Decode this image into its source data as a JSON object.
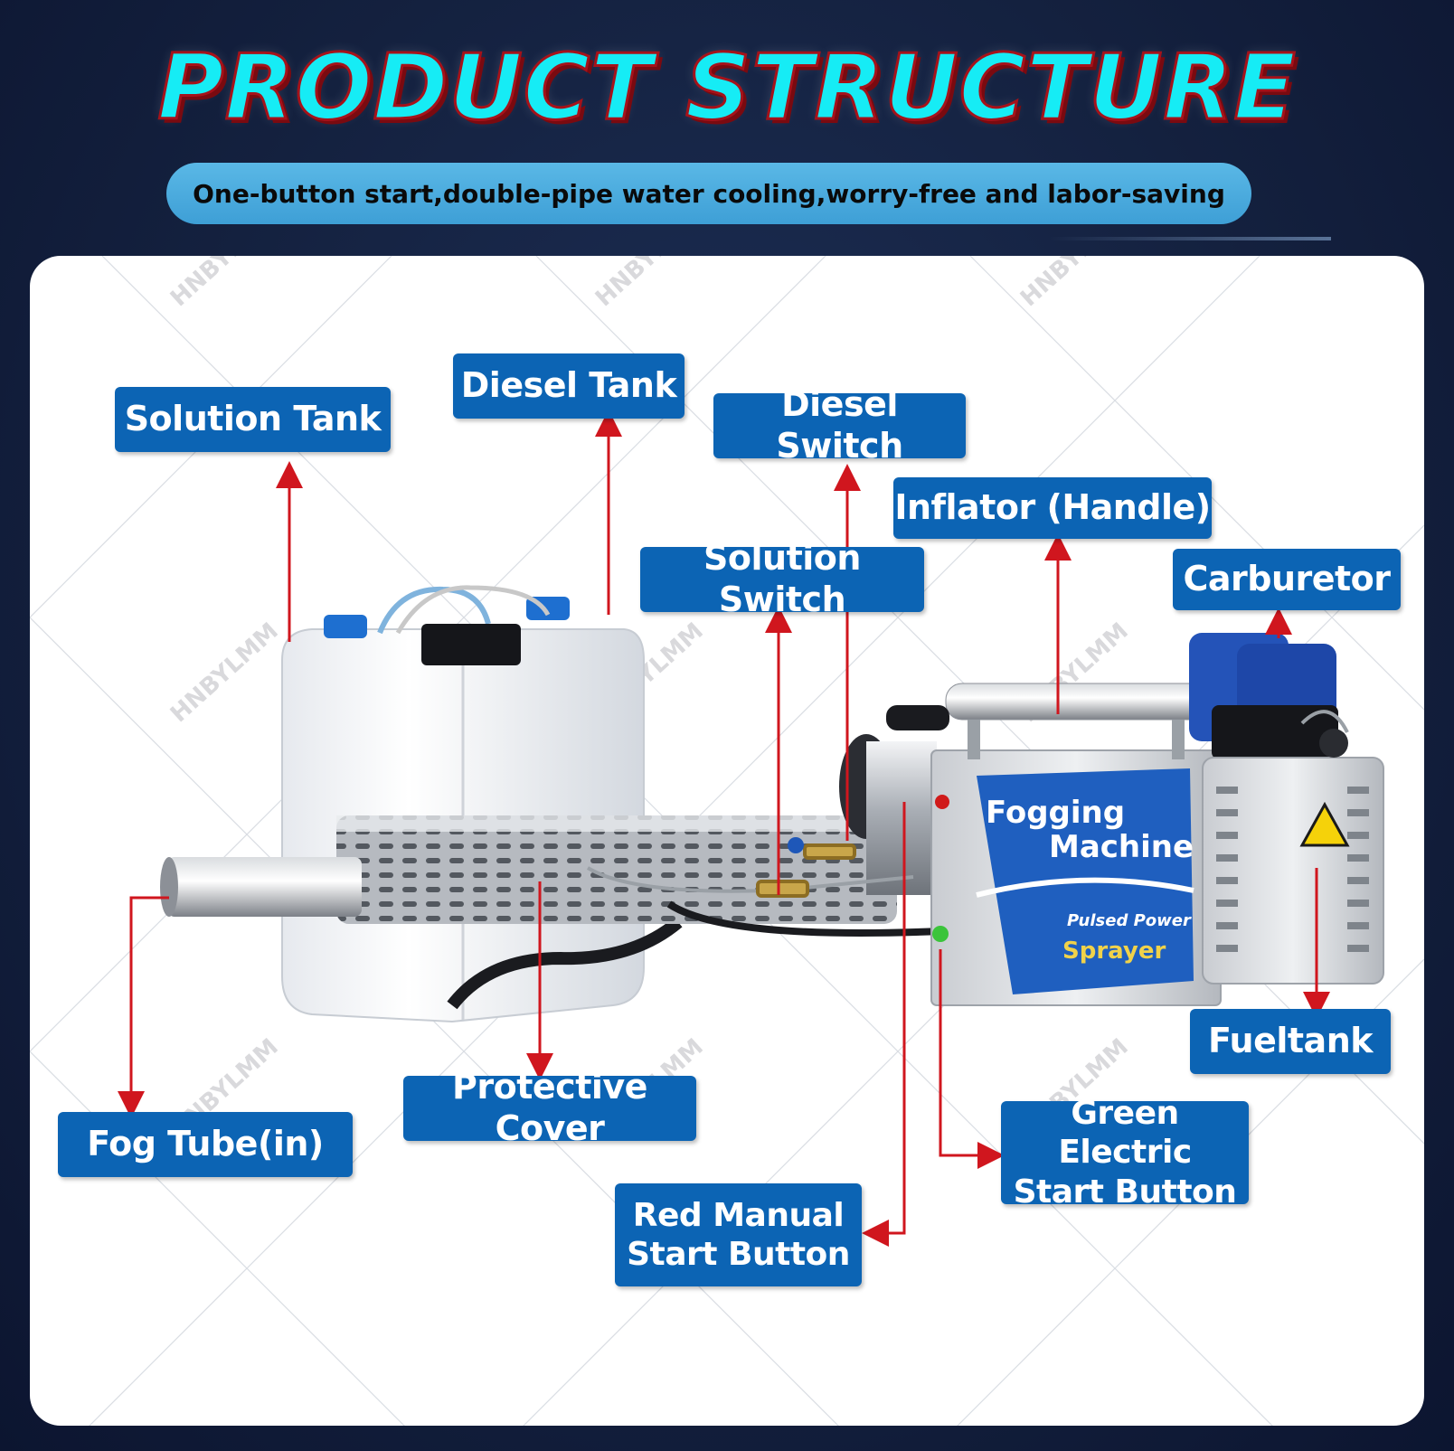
{
  "header": {
    "title": "PRODUCT STRUCTURE",
    "subtitle": "One-button start,double-pipe water cooling,worry-free and labor-saving"
  },
  "watermark": "HNBYLMM",
  "machine_plate": {
    "line1": "Fogging",
    "line2": "Machine",
    "line3": "Pulsed Power",
    "line4": "Sprayer"
  },
  "labels": {
    "solution_tank": "Solution Tank",
    "diesel_tank": "Diesel Tank",
    "diesel_switch": "Diesel Switch",
    "inflator_handle": "Inflator (Handle)",
    "solution_switch": "Solution Switch",
    "carburetor": "Carburetor",
    "fueltank": "Fueltank",
    "fog_tube": "Fog Tube(in)",
    "protective_cover": "Protective Cover",
    "green_start_line1": "Green Electric",
    "green_start_line2": "Start Button",
    "red_start_line1": "Red Manual",
    "red_start_line2": "Start Button"
  },
  "colors": {
    "label_bg": "#0c64b4",
    "arrow": "#d0161e",
    "title_fill": "#16ecf5",
    "title_outline": "#a5121a",
    "subtitle_bg": "#4aa9dc"
  }
}
